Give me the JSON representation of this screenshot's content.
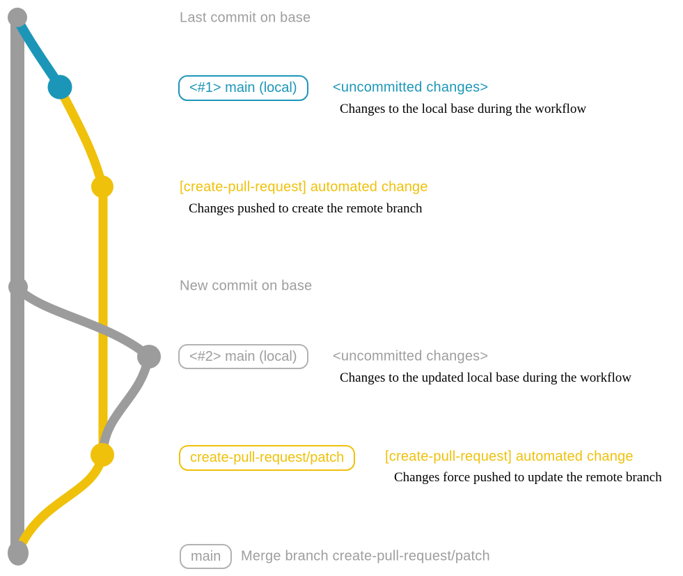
{
  "colors": {
    "gray": "#9C9C9C",
    "gray-text": "#9E9E9E",
    "gray-border": "#B2B2B2",
    "teal": "#1C96B8",
    "yellow": "#EFC10B",
    "black": "#000000"
  },
  "graph": {
    "commit_dots": [
      {
        "color": "gray"
      },
      {
        "color": "teal"
      },
      {
        "color": "yellow"
      },
      {
        "color": "gray"
      },
      {
        "color": "gray"
      },
      {
        "color": "yellow"
      },
      {
        "color": "gray"
      }
    ]
  },
  "rows": {
    "last_commit": {
      "label": "Last commit on base"
    },
    "commit1": {
      "badge": "<#1> main (local)",
      "title": "<uncommitted changes>",
      "note": "Changes to the local base during the workflow"
    },
    "push1": {
      "title": "[create-pull-request] automated change",
      "note": "Changes pushed to create the remote branch"
    },
    "new_commit": {
      "label": "New commit on base"
    },
    "commit2": {
      "badge": "<#2> main (local)",
      "title": "<uncommitted changes>",
      "note": "Changes to the updated local base during the workflow"
    },
    "push2": {
      "badge": "create-pull-request/patch",
      "title": "[create-pull-request] automated change",
      "note": "Changes force pushed to update the remote branch"
    },
    "merge": {
      "badge": "main",
      "label": "Merge branch create-pull-request/patch"
    }
  }
}
